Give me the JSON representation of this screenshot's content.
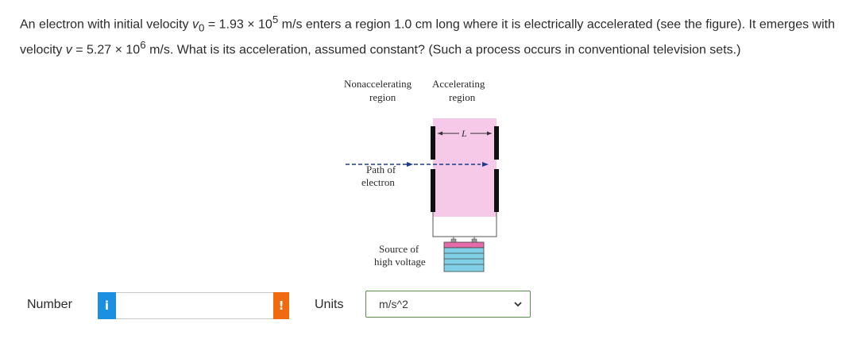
{
  "question": {
    "p1": "An electron with initial velocity ",
    "v0_sym": "v",
    "v0_sub": "0",
    "p2": " = 1.93 × 10",
    "exp1": "5",
    "p3": " m/s enters a region 1.0 cm long where it is electrically accelerated (see the figure). It emerges with velocity ",
    "v_sym": "v",
    "p4": " = 5.27 × 10",
    "exp2": "6",
    "p5": " m/s. What is its acceleration, assumed constant? (Such a process occurs in conventional television sets.)"
  },
  "figure": {
    "label_nonaccel_1": "Nonaccelerating",
    "label_nonaccel_2": "region",
    "label_accel_1": "Accelerating",
    "label_accel_2": "region",
    "length_symbol": "L",
    "path_1": "Path of",
    "path_2": "electron",
    "source_1": "Source of",
    "source_2": "high voltage",
    "colors": {
      "region": "#f6c9e9",
      "plates": "#111111",
      "arrow": "#1f3a8a",
      "battery": "#7fd0e6",
      "battery_top": "#e46aa8"
    }
  },
  "answer": {
    "number_label": "Number",
    "info_icon": "i",
    "number_value": "",
    "warn_icon": "!",
    "units_label": "Units",
    "units_value": "m/s^2"
  }
}
